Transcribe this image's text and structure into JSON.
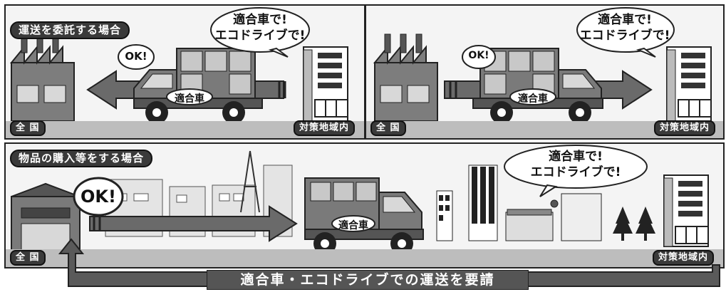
{
  "panels": {
    "top_left": {
      "heading": "運送を委託する場合",
      "bubble": [
        "適合車で!",
        "エコドライブで!"
      ],
      "ok": "OK!",
      "truck_label": "適合車",
      "left_tag": "全 国",
      "right_tag": "対策地域内"
    },
    "top_right": {
      "bubble": [
        "適合車で!",
        "エコドライブで!"
      ],
      "ok": "OK!",
      "truck_label": "適合車",
      "left_tag": "全 国",
      "right_tag": "対策地域内"
    },
    "bottom": {
      "heading": "物品の購入等をする場合",
      "bubble": [
        "適合車で!",
        "エコドライブで!"
      ],
      "ok": "OK!",
      "truck_label": "適合車",
      "left_tag": "全 国",
      "right_tag": "対策地域内"
    }
  },
  "bottom_bar": "適合車・エコドライブでの運送を要請",
  "colors": {
    "dark": "#333333",
    "mid": "#8a8a8a",
    "light": "#d8d8d8",
    "panel_bg": "#f4f4f4"
  }
}
